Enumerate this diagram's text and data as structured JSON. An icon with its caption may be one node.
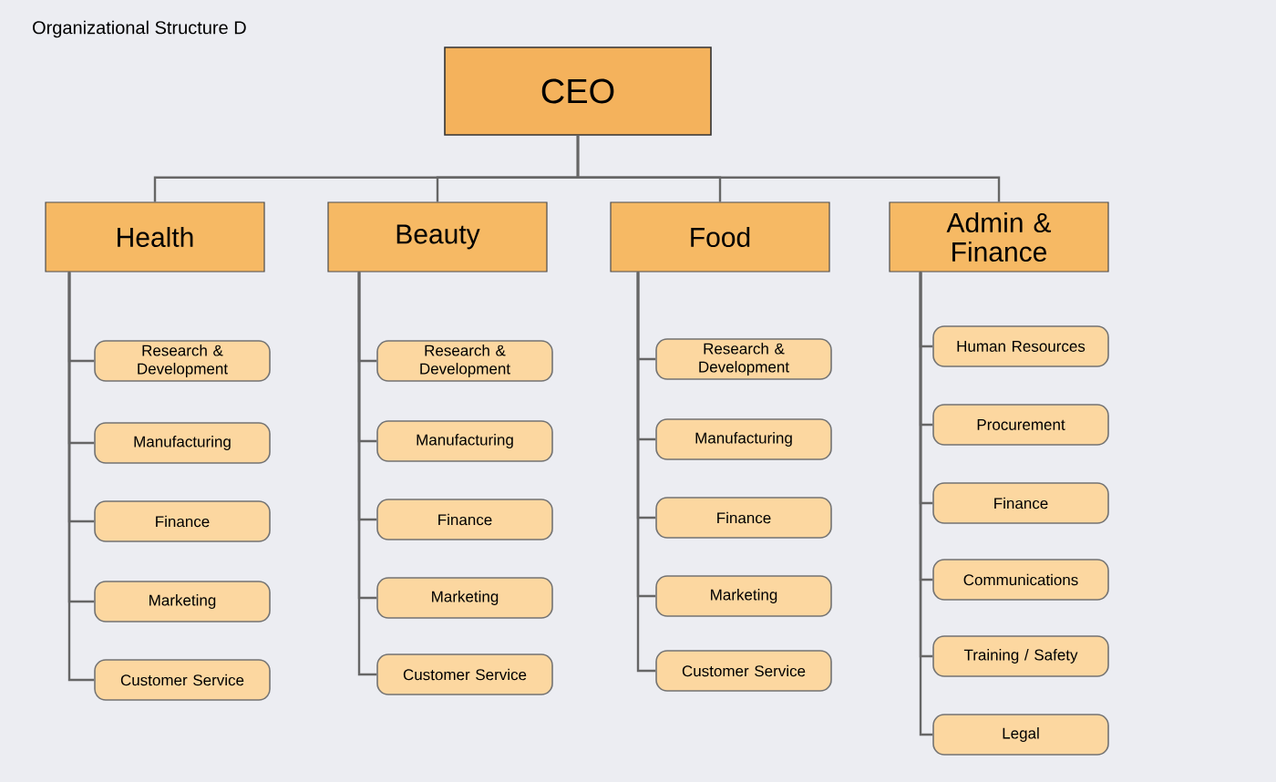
{
  "diagram": {
    "title": "Organizational Structure D",
    "nodes": [
      {
        "text": [
          "CEO"
        ]
      },
      {
        "text": [
          "Health"
        ]
      },
      {
        "text": [
          "Beauty"
        ]
      },
      {
        "text": [
          "Food"
        ]
      },
      {
        "text": [
          "Admin & Finance"
        ]
      },
      {
        "text": [
          "Research & Development"
        ]
      },
      {
        "text": [
          "Manufacturing"
        ]
      },
      {
        "text": [
          "Finance"
        ]
      },
      {
        "text": [
          "Marketing"
        ]
      },
      {
        "text": [
          "Customer Service"
        ]
      },
      {
        "text": [
          "Research & Development"
        ]
      },
      {
        "text": [
          "Manufacturing"
        ]
      },
      {
        "text": [
          "Finance"
        ]
      },
      {
        "text": [
          "Marketing"
        ]
      },
      {
        "text": [
          "Customer Service"
        ]
      },
      {
        "text": [
          "Research & Development"
        ]
      },
      {
        "text": [
          "Manufacturing"
        ]
      },
      {
        "text": [
          "Finance"
        ]
      },
      {
        "text": [
          "Marketing"
        ]
      },
      {
        "text": [
          "Customer Service"
        ]
      },
      {
        "text": [
          "Human Resources"
        ]
      },
      {
        "text": [
          "Procurement"
        ]
      },
      {
        "text": [
          "Finance"
        ]
      },
      {
        "text": [
          "Communications"
        ]
      },
      {
        "text": [
          "Training / Safety"
        ]
      },
      {
        "text": [
          "Legal"
        ]
      }
    ],
    "edges": [
      {
        "from": 0,
        "to": 1,
        "arrow": "none"
      },
      {
        "from": 0,
        "to": 2,
        "arrow": "none"
      },
      {
        "from": 0,
        "to": 3,
        "arrow": "none"
      },
      {
        "from": 0,
        "to": 4,
        "arrow": "none"
      },
      {
        "from": 1,
        "to": 5,
        "arrow": "none"
      },
      {
        "from": 1,
        "to": 6,
        "arrow": "none"
      },
      {
        "from": 1,
        "to": 7,
        "arrow": "none"
      },
      {
        "from": 1,
        "to": 8,
        "arrow": "none"
      },
      {
        "from": 1,
        "to": 9,
        "arrow": "none"
      },
      {
        "from": 2,
        "to": 10,
        "arrow": "none"
      },
      {
        "from": 2,
        "to": 11,
        "arrow": "none"
      },
      {
        "from": 2,
        "to": 12,
        "arrow": "none"
      },
      {
        "from": 2,
        "to": 13,
        "arrow": "none"
      },
      {
        "from": 2,
        "to": 14,
        "arrow": "none"
      },
      {
        "from": 3,
        "to": 15,
        "arrow": "none"
      },
      {
        "from": 3,
        "to": 16,
        "arrow": "none"
      },
      {
        "from": 3,
        "to": 17,
        "arrow": "none"
      },
      {
        "from": 3,
        "to": 18,
        "arrow": "none"
      },
      {
        "from": 3,
        "to": 19,
        "arrow": "none"
      },
      {
        "from": 4,
        "to": 20,
        "arrow": "none"
      },
      {
        "from": 4,
        "to": 21,
        "arrow": "none"
      },
      {
        "from": 4,
        "to": 22,
        "arrow": "none"
      },
      {
        "from": 4,
        "to": 23,
        "arrow": "none"
      },
      {
        "from": 4,
        "to": 24,
        "arrow": "none"
      },
      {
        "from": 4,
        "to": 25,
        "arrow": "none"
      }
    ]
  }
}
